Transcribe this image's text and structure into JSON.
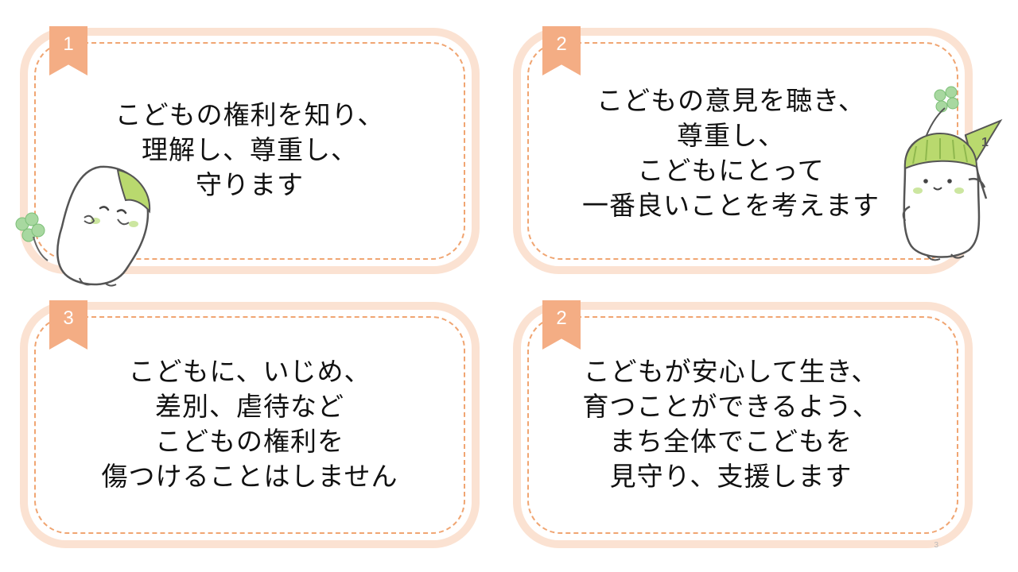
{
  "cards": [
    {
      "number": "1",
      "lines": [
        "こどもの権利を知り、",
        "理解し、尊重し、",
        "守ります"
      ]
    },
    {
      "number": "2",
      "lines": [
        "こどもの意見を聴き、",
        "尊重し、",
        "こどもにとって",
        "一番良いことを考えます"
      ]
    },
    {
      "number": "3",
      "lines": [
        "こどもに、いじめ、",
        "差別、虐待など",
        "こどもの権利を",
        "傷つけることはしません"
      ]
    },
    {
      "number": "2",
      "lines": [
        "こどもが安心して生き、",
        "育つことができるよう、",
        "まち全体でこどもを",
        "見守り、支援します"
      ]
    }
  ],
  "flag_label": "1",
  "page_number": "3",
  "colors": {
    "card_outer": "#fbe2d2",
    "dashed_border": "#f0a572",
    "ribbon": "#f4ad84",
    "mascot_hair": "#b9d96e",
    "clover": "#a8d8a0"
  }
}
